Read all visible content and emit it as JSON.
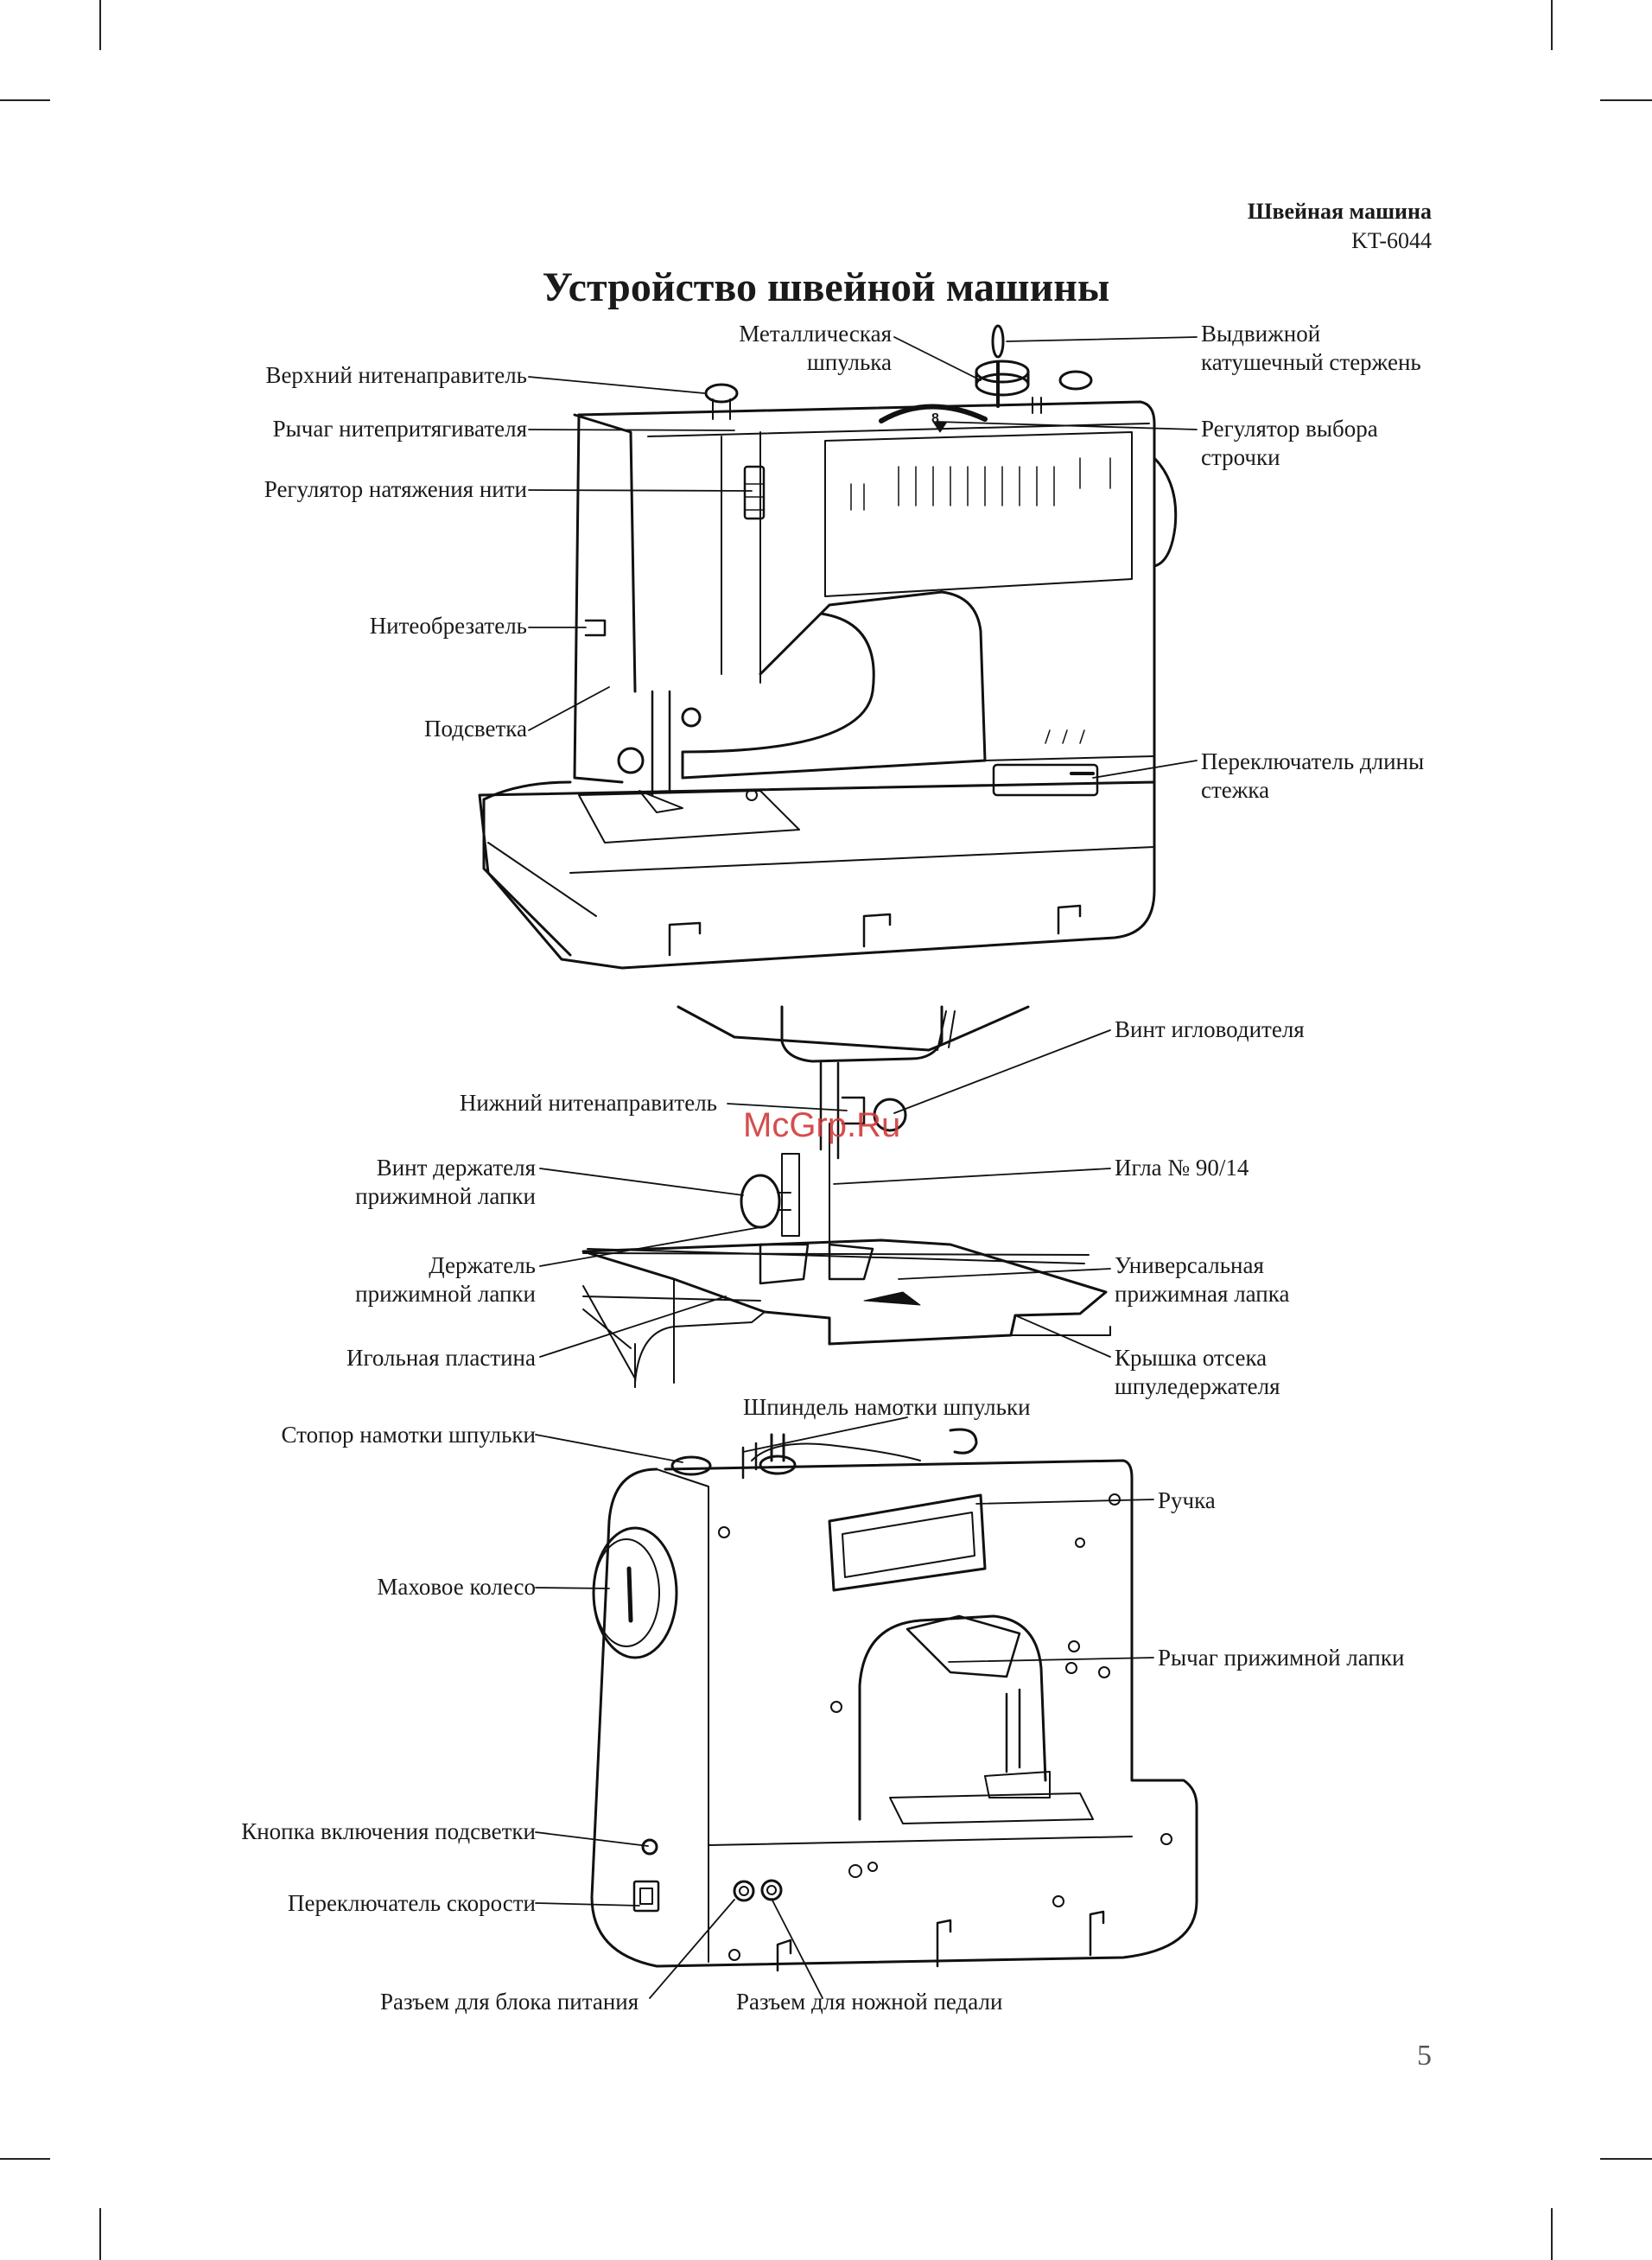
{
  "header": {
    "product": "Швейная машина",
    "model": "KT-6044"
  },
  "title": "Устройство швейной машины",
  "watermark": "McGrp.Ru",
  "page_number": "5",
  "labels": {
    "metal_bobbin": [
      "Металлическая",
      "шпулька"
    ],
    "spool_pin": [
      "Выдвижной",
      "катушечный стержень"
    ],
    "upper_guide": [
      "Верхний нитенаправитель"
    ],
    "takeup_lever": [
      "Рычаг нитепритягивателя"
    ],
    "pattern_selector": [
      "Регулятор выбора",
      "строчки"
    ],
    "tension": [
      "Регулятор натяжения нити"
    ],
    "cutter": [
      "Нитеобрезатель"
    ],
    "light": [
      "Подсветка"
    ],
    "stitch_length": [
      "Переключатель длины",
      "стежка"
    ],
    "needle_clamp": [
      "Винт игловодителя"
    ],
    "lower_guide": [
      "Нижний нитенаправитель"
    ],
    "foot_screw": [
      "Винт держателя",
      "прижимной лапки"
    ],
    "needle": [
      "Игла № 90/14"
    ],
    "foot_holder": [
      "Держатель",
      "прижимной лапки"
    ],
    "universal_foot": [
      "Универсальная",
      "прижимная лапка"
    ],
    "needle_plate": [
      "Игольная пластина"
    ],
    "bobbin_cover": [
      "Крышка отсека",
      "шпуледержателя"
    ],
    "winder_spindle": [
      "Шпиндель намотки шпульки"
    ],
    "winder_stop": [
      "Стопор намотки шпульки"
    ],
    "handle": [
      "Ручка"
    ],
    "handwheel": [
      "Маховое колесо"
    ],
    "presser_lever": [
      "Рычаг прижимной лапки"
    ],
    "light_button": [
      "Кнопка включения подсветки"
    ],
    "speed_switch": [
      "Переключатель скорости"
    ],
    "power_socket": [
      "Разъем для блока питания"
    ],
    "pedal_socket": [
      "Разъем для ножной педали"
    ]
  },
  "stitch_pattern_numbers": [
    "8"
  ]
}
